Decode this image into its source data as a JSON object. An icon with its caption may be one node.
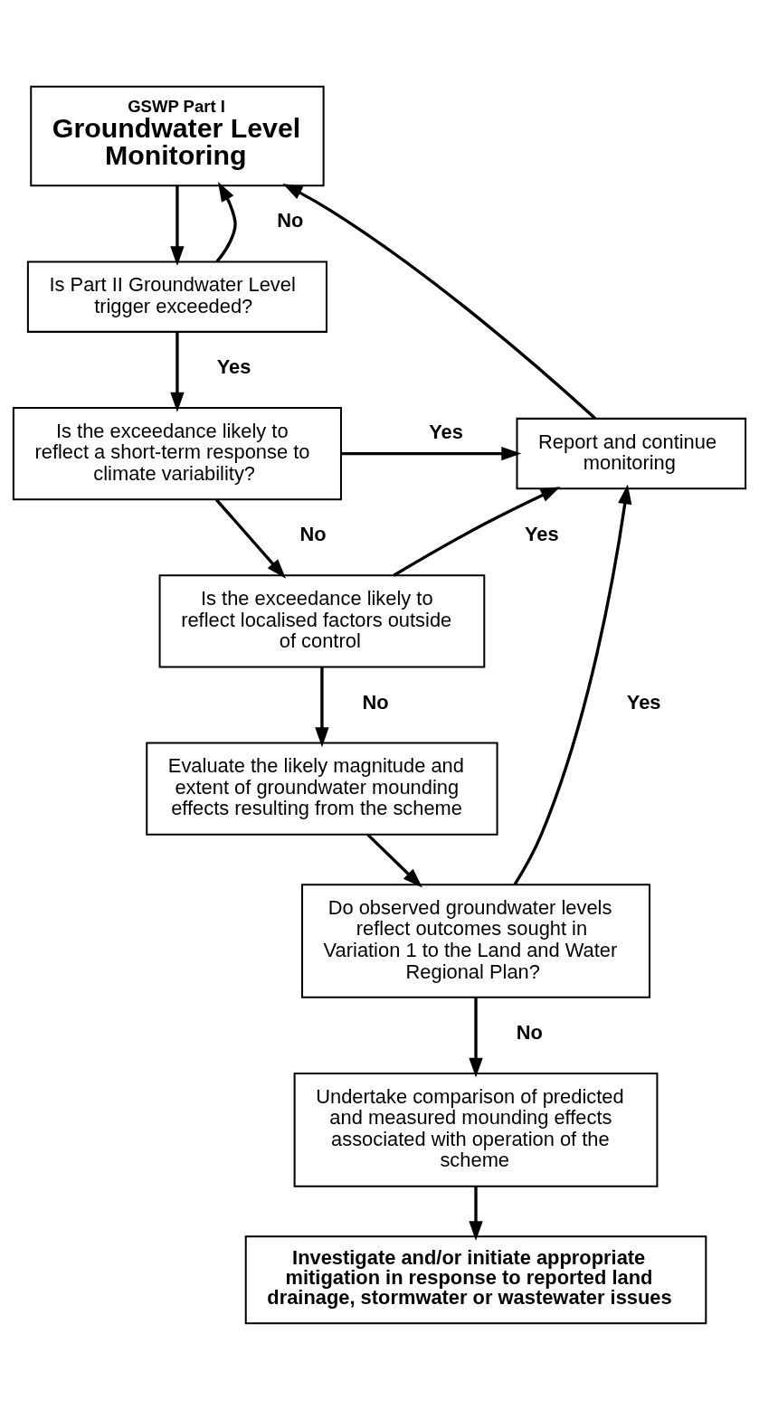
{
  "diagram": {
    "nodes": [
      {
        "text": [
          "GSWP Part I",
          "Groundwater Level Monitoring"
        ]
      },
      {
        "text": [
          "Is Part II Groundwater Level trigger exceeded?"
        ]
      },
      {
        "text": [
          "Is the exceedance likely to reflect a short-term response to climate variability?"
        ]
      },
      {
        "text": [
          "Is the exceedance likely to reflect localised factors outside of control"
        ]
      },
      {
        "text": [
          "Evaluate the likely magnitude and extent of groundwater mounding effects resulting from the scheme"
        ]
      },
      {
        "text": [
          "Do observed groundwater levels reflect outcomes sought in Variation 1 to the Land and Water Regional Plan?"
        ]
      },
      {
        "text": [
          "Undertake comparison of predicted and measured mounding effects associated with operation of the scheme"
        ]
      },
      {
        "text": [
          "Investigate and/or initiate appropriate mitigation in response to reported land drainage, stormwater or wastewater issues"
        ]
      },
      {
        "text": [
          "Report and continue monitoring"
        ]
      }
    ],
    "edges": [
      {
        "from": 0,
        "to": 1,
        "arrow": "to"
      },
      {
        "from": 1,
        "to": 0,
        "label": "No",
        "arrow": "to"
      },
      {
        "from": 1,
        "to": 2,
        "label": "Yes",
        "arrow": "to"
      },
      {
        "from": 2,
        "to": 8,
        "label": "Yes",
        "arrow": "to"
      },
      {
        "from": 2,
        "to": 3,
        "label": "No",
        "arrow": "to"
      },
      {
        "from": 3,
        "to": 8,
        "label": "Yes",
        "arrow": "to"
      },
      {
        "from": 3,
        "to": 4,
        "label": "No",
        "arrow": "to"
      },
      {
        "from": 4,
        "to": 5,
        "arrow": "to"
      },
      {
        "from": 5,
        "to": 8,
        "label": "Yes",
        "arrow": "to"
      },
      {
        "from": 5,
        "to": 6,
        "label": "No",
        "arrow": "to"
      },
      {
        "from": 6,
        "to": 7,
        "arrow": "to"
      },
      {
        "from": 8,
        "to": 0,
        "arrow": "to"
      }
    ]
  }
}
